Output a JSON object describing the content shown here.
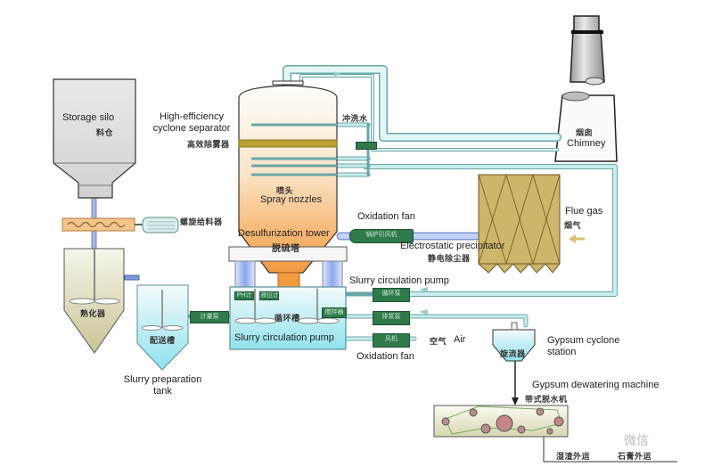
{
  "diagram": {
    "title": "Limestone-gypsum wet flue gas desulfurization process",
    "colors": {
      "pipe": "#a9d9d9",
      "pipe_edge": "#6aa7a7",
      "tower_orange": "#f3a24a",
      "precipitator": "#cdb56a",
      "pump_green": "#2f7a4a",
      "olive_band": "#b9a233"
    },
    "components": {
      "storage_silo": {
        "en": "Storage silo",
        "cn": "料仓"
      },
      "screw_feeder": {
        "cn": "螺旋给料器"
      },
      "slaker": {
        "cn": "熟化器"
      },
      "slurry_prep_tank": {
        "en_line1": "Slurry preparation",
        "en_line2": "tank",
        "cn": "配送槽"
      },
      "metering_pump": {
        "cn": "计量泵"
      },
      "cyclone_separator": {
        "en_line1": "High-efficiency",
        "en_line2": "cyclone separator",
        "cn": "高效除雾器"
      },
      "flush_water": {
        "cn": "冲洗水"
      },
      "spray_nozzles": {
        "en": "Spray nozzles",
        "cn": "喷头"
      },
      "desulfurization_tower": {
        "en": "Desulfurization tower",
        "cn": "脱硫塔"
      },
      "circulation_tank": {
        "en": "Slurry circulation pump",
        "cn": "循环槽"
      },
      "oxidation_fan_top": {
        "en": "Oxidation fan",
        "cn": "锅炉引风机"
      },
      "precipitator": {
        "en": "Electrostatic precipitator",
        "cn": "静电除尘器"
      },
      "flue_gas": {
        "en": "Flue gas",
        "cn": "烟气"
      },
      "chimney": {
        "en": "Chimney",
        "cn": "烟囱"
      },
      "slurry_circ_pump": {
        "en": "Slurry circulation pump",
        "cn": "循环泵"
      },
      "discharge_pump": {
        "cn": "排浆泵"
      },
      "oxidation_fan_bottom": {
        "en": "Oxidation fan",
        "cn": "风机"
      },
      "air": {
        "en": "Air",
        "cn": "空气"
      },
      "gypsum_cyclone": {
        "en_line1": "Gypsum cyclone",
        "en_line2": "station",
        "cn": "旋流器"
      },
      "gypsum_dewatering": {
        "en": "Gypsum dewatering machine",
        "cn": "带式脱水机"
      },
      "wet_slag": {
        "cn": "湿渣外运"
      },
      "gypsum_out": {
        "cn": "石膏外运"
      }
    },
    "small_boxes": [
      "PH计",
      "液位计",
      "搅拌器"
    ],
    "watermark": "微信"
  }
}
